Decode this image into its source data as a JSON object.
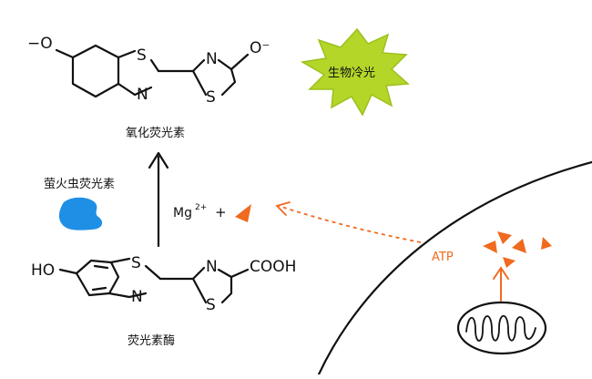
{
  "oxyluciferin": {
    "left_charge": "−O",
    "s1": "S",
    "n1": "N",
    "n2": "N",
    "s2": "S",
    "right_charge": "O⁻",
    "caption": "氧化荧光素"
  },
  "luciferin": {
    "ho": "HO",
    "s1": "S",
    "n1": "N",
    "n2": "N",
    "s2": "S",
    "cooh": "COOH",
    "caption": "荧光素酶"
  },
  "bioluminescence_label": "生物冷光",
  "firefly_luciferin_label": "萤火虫荧光素",
  "cofactor": {
    "mg": "Mg",
    "charge": "2+",
    "plus": "+"
  },
  "atp_label": "ATP",
  "colors": {
    "orange": "#f06a1f",
    "lime": "#b3d629",
    "blue": "#1f8fe6",
    "ink": "#111111"
  }
}
